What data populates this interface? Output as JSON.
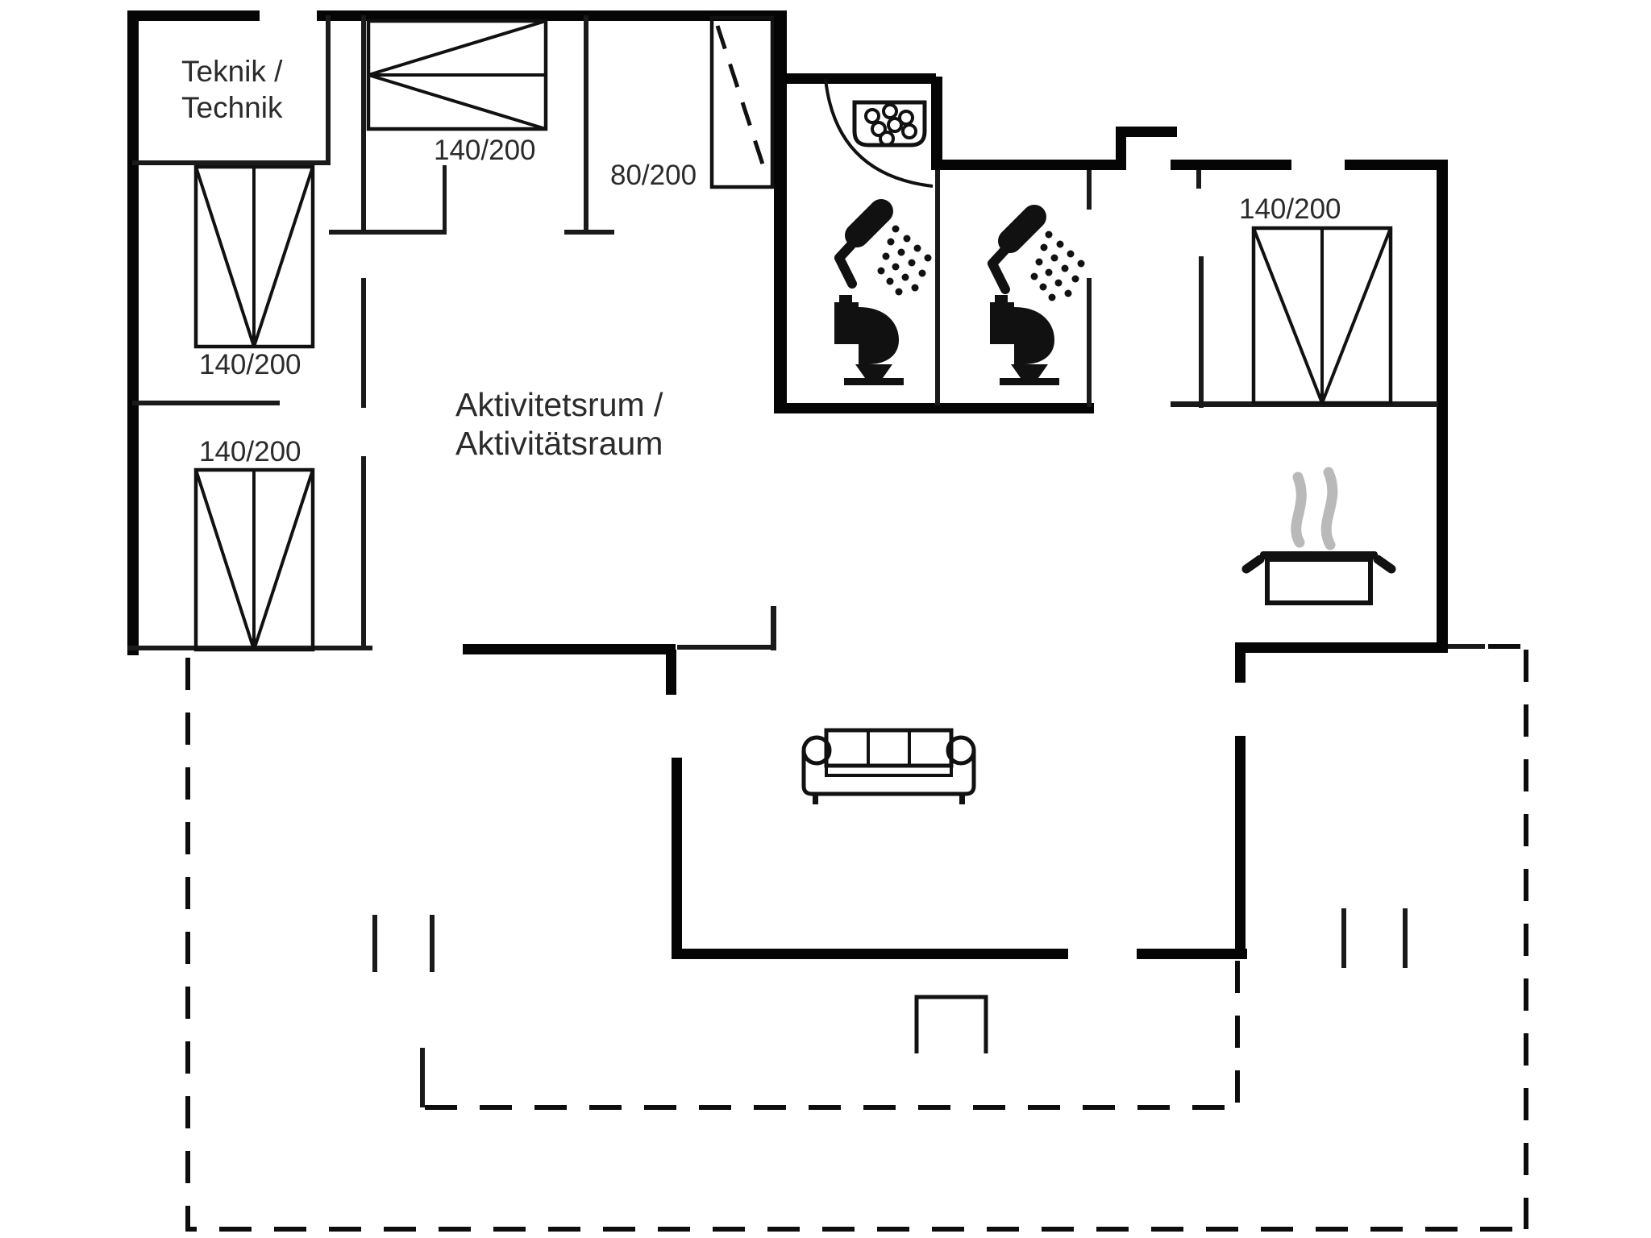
{
  "plan_title": "floor-plan",
  "rooms": {
    "technik": {
      "line1": "Teknik /",
      "line2": "Technik"
    },
    "activity": {
      "line1": "Aktivitetsrum /",
      "line2": "Aktivitätsraum"
    }
  },
  "beds": {
    "left_top": "140/200",
    "left_bottom": "140/200",
    "middle": "140/200",
    "single": "80/200",
    "right": "140/200"
  },
  "icons": {
    "shower1": "shower-icon",
    "shower2": "shower-icon",
    "toilet1": "toilet-icon",
    "toilet2": "toilet-icon",
    "sink": "sink-icon",
    "stove": "pot-on-stove-icon",
    "sofa": "sofa-icon"
  },
  "colors": {
    "wall": "#050505",
    "thin_wall": "#1a1a1a",
    "steam": "#b9b9b9",
    "background": "#ffffff",
    "text": "#2b2b2b"
  }
}
